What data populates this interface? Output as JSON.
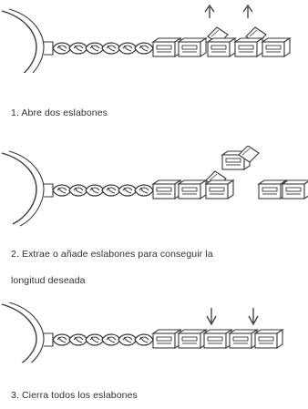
{
  "steps": [
    {
      "caption": "1. Abre dos eslabones",
      "illustration_icon": "bracelet-open-links-icon"
    },
    {
      "caption_line1": "2. Extrae o añade eslabones para conseguir la",
      "caption_line2": "longitud deseada",
      "illustration_icon": "bracelet-remove-links-icon"
    },
    {
      "caption": "3. Cierra todos los eslabones",
      "illustration_icon": "bracelet-close-links-icon"
    }
  ],
  "colors": {
    "line": "#3a3a3a",
    "text": "#2f2f2f",
    "background": "#ffffff"
  },
  "icons": [
    "arrow-up-icon",
    "arrow-down-icon",
    "watch-case-icon",
    "chain-link-icon",
    "clasp-link-icon"
  ]
}
